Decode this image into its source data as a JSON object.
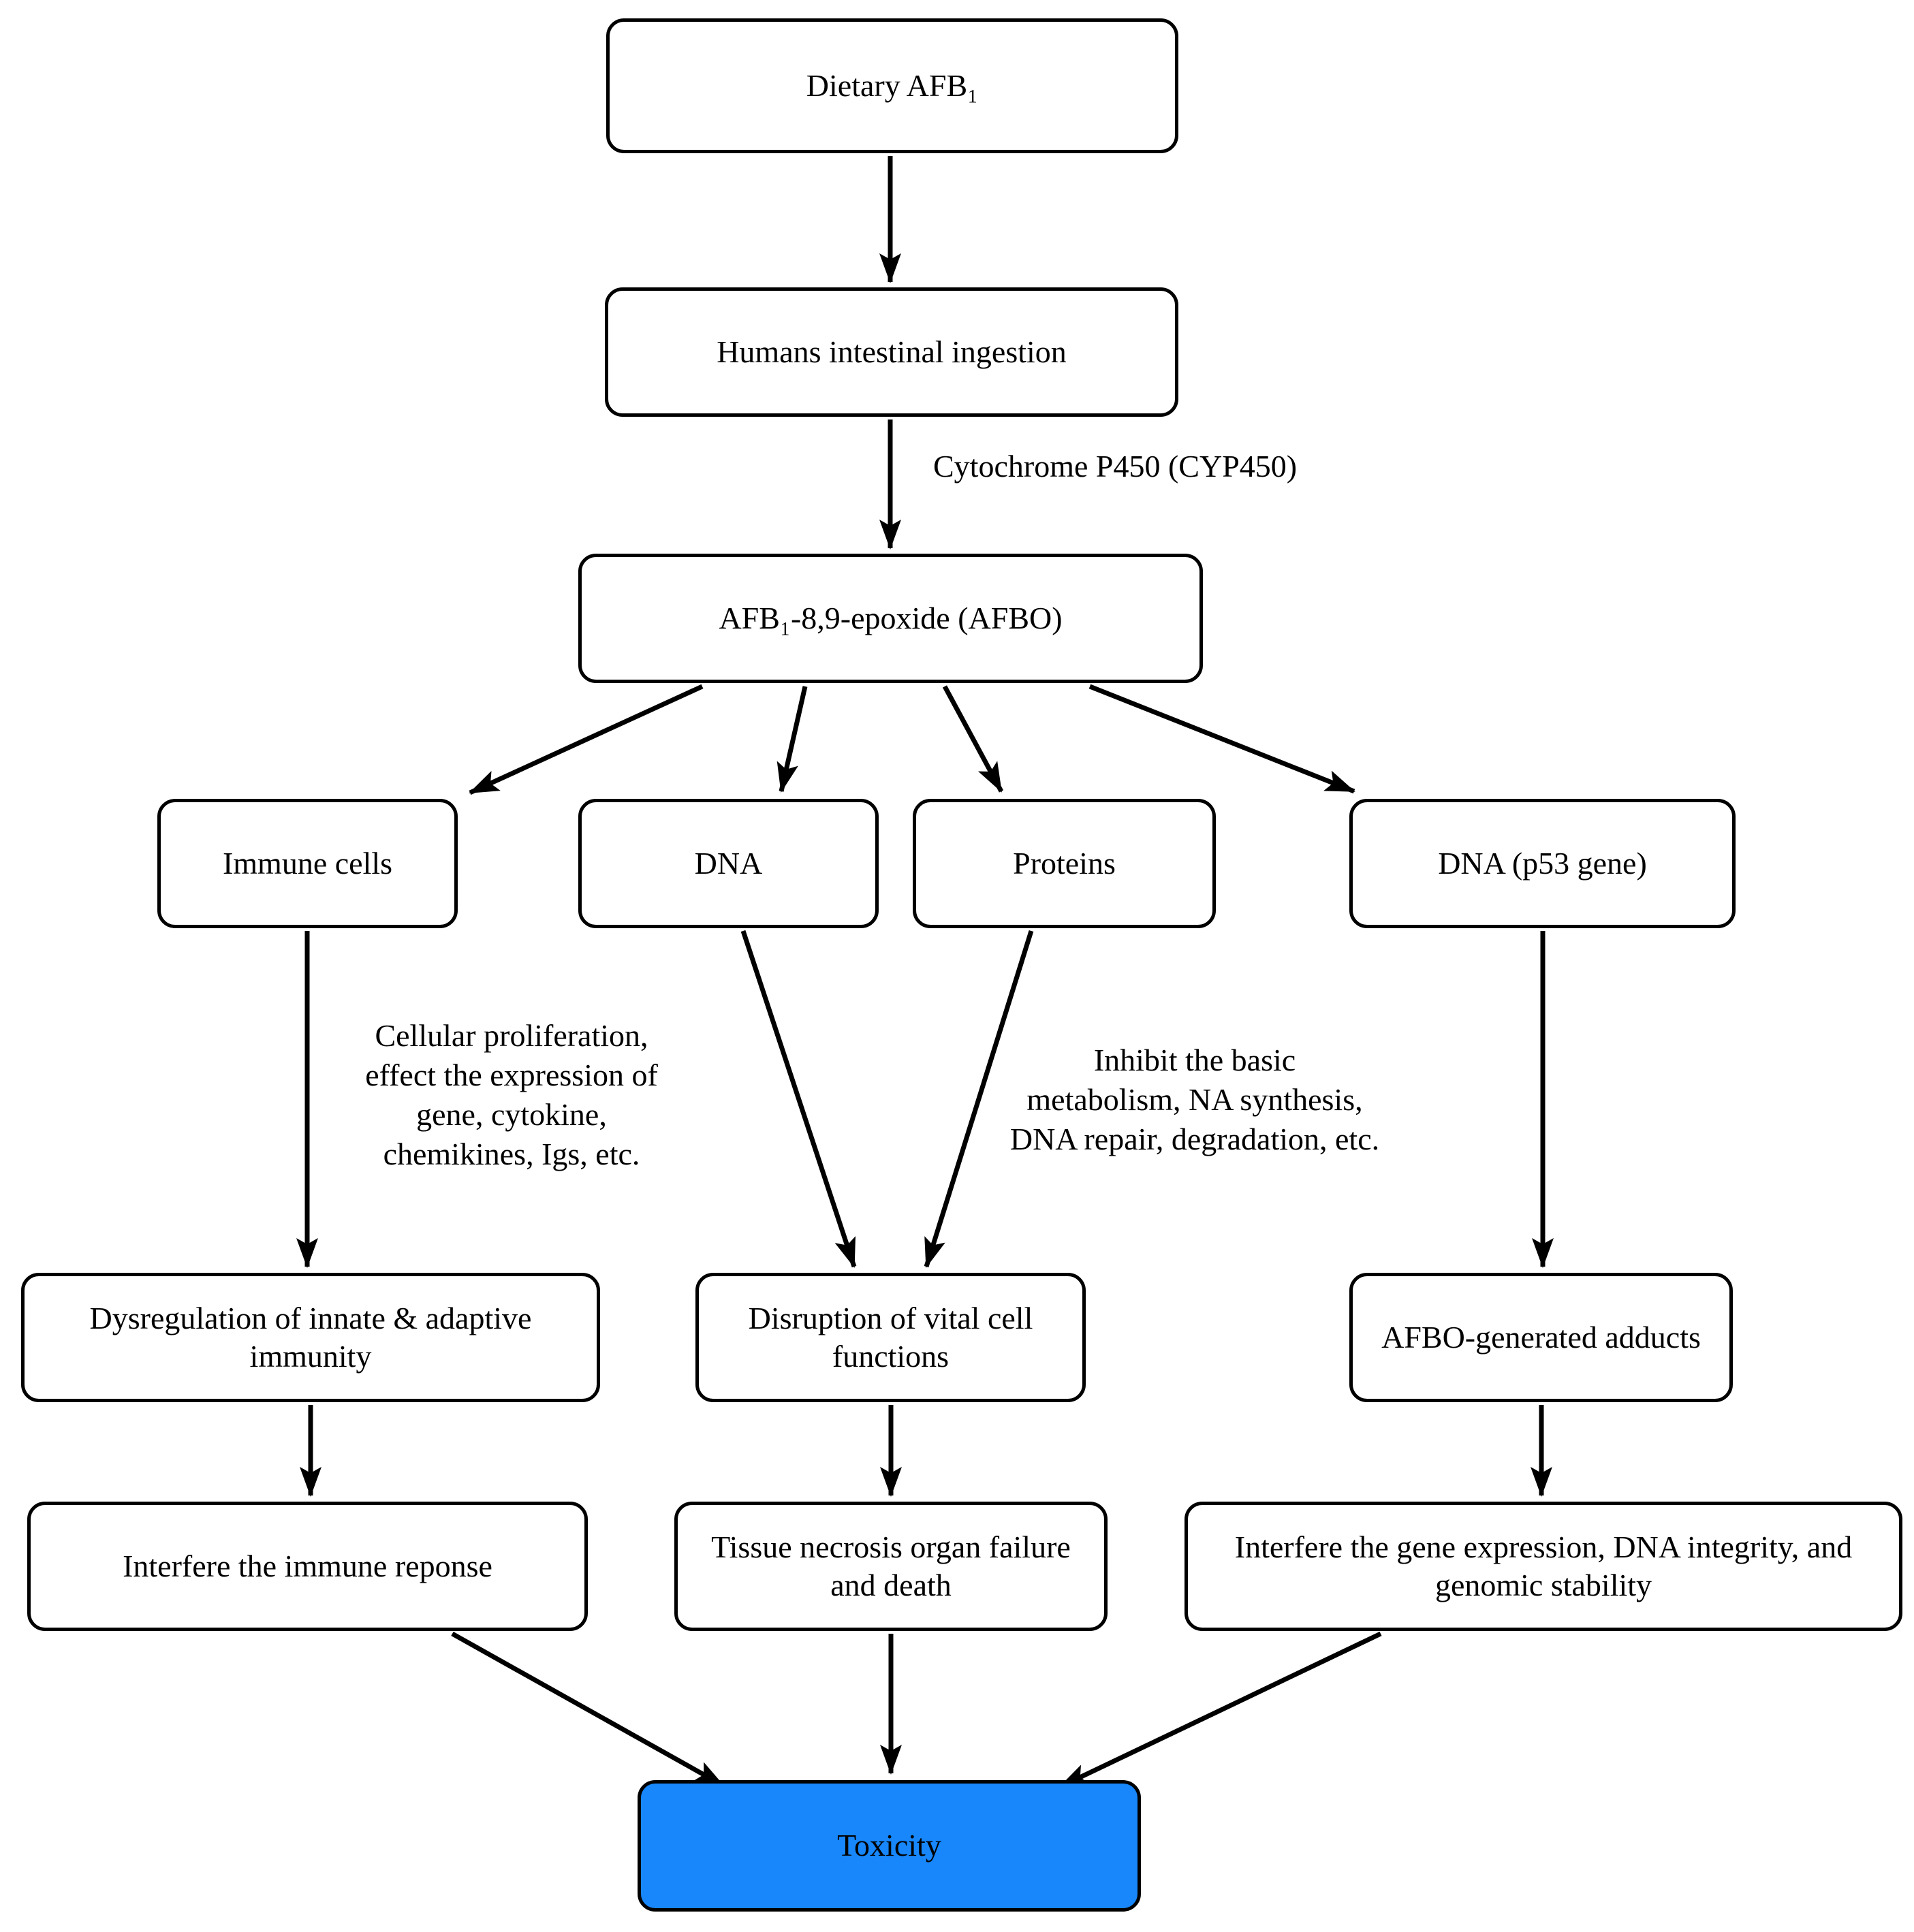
{
  "title": "AFB1 toxicity pathway flowchart",
  "colors": {
    "box_fill": "#FFFFFF",
    "box_border": "#000000",
    "arrow": "#000000",
    "toxicity_fill": "#1787FB",
    "text": "#000000"
  },
  "nodes": {
    "dietary_afb1": {
      "label": "Dietary AFB₁"
    },
    "intestinal_ingestion": {
      "label": "Humans intestinal ingestion"
    },
    "afbo": {
      "label": "AFB₁-8,9-epoxide (AFBO)"
    },
    "immune_cells": {
      "label": "Immune cells"
    },
    "dna": {
      "label": "DNA"
    },
    "proteins": {
      "label": "Proteins"
    },
    "dna_p53": {
      "label": "DNA (p53 gene)"
    },
    "dysregulation": {
      "label": "Dysregulation of innate & adaptive immunity"
    },
    "disruption": {
      "label": "Disruption of vital cell functions"
    },
    "afbo_adducts": {
      "label": "AFBO-generated adducts"
    },
    "interfere_immune": {
      "label": "Interfere the immune reponse"
    },
    "tissue_necrosis": {
      "label": "Tissue necrosis organ failure and death"
    },
    "interfere_gene": {
      "label": "Interfere the gene expression, DNA integrity, and genomic stability"
    },
    "toxicity": {
      "label": "Toxicity"
    }
  },
  "edge_labels": {
    "cyp450": "Cytochrome P450 (CYP450)",
    "cellular_proliferation": "Cellular proliferation,\neffect the expression of\ngene, cytokine,\nchemikines, Igs, etc.",
    "inhibit_metabolism": "Inhibit the basic\nmetabolism, NA synthesis,\nDNA repair, degradation, etc."
  }
}
